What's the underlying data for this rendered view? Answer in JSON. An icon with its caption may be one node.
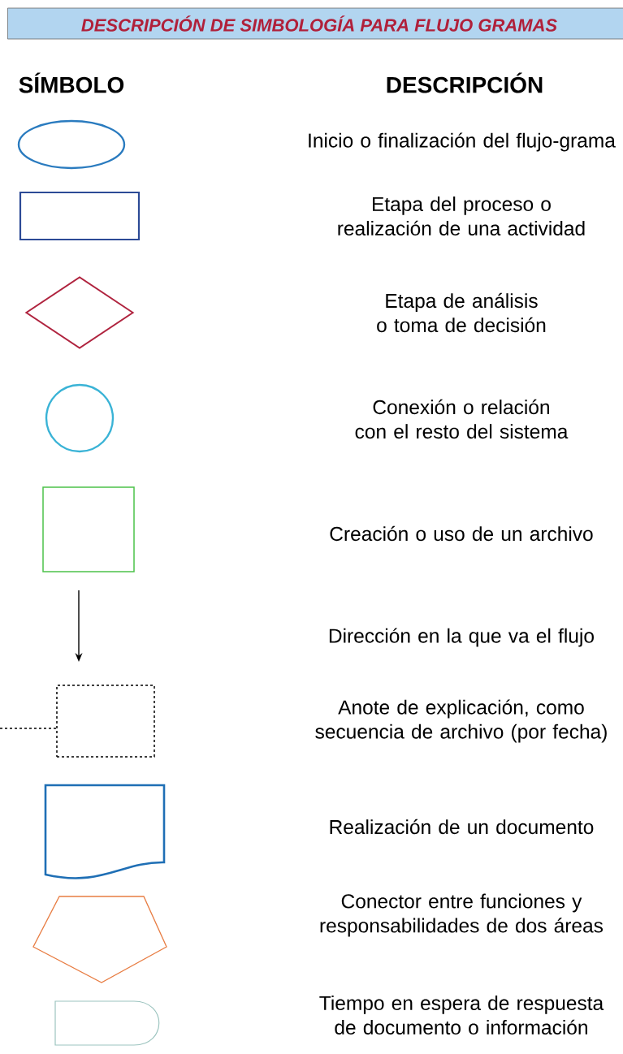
{
  "diagram": {
    "title": "DESCRIPCIÓN DE SIMBOLOGÍA PARA FLUJO GRAMAS",
    "nodes": [
      {
        "text": [],
        "shape": "ellipse"
      },
      {
        "text": [],
        "shape": "rectangle"
      },
      {
        "text": [],
        "shape": "diamond"
      },
      {
        "text": [],
        "shape": "circle"
      },
      {
        "text": [],
        "shape": "square"
      },
      {
        "text": [],
        "shape": "arrow"
      },
      {
        "text": [],
        "shape": "annotation"
      },
      {
        "text": [],
        "shape": "document"
      },
      {
        "text": [],
        "shape": "pentagon"
      },
      {
        "text": [],
        "shape": "delay"
      }
    ],
    "labels": [
      "SÍMBOLO",
      "DESCRIPCIÓN"
    ],
    "legend": [
      {
        "text": "Inicio o finalización del flujo-grama"
      },
      {
        "text": "Etapa del proceso o realización de una actividad"
      },
      {
        "text": "Etapa de análisis o toma de decisión"
      },
      {
        "text": "Conexión o relación con el resto del sistema"
      },
      {
        "text": "Creación o uso de un archivo"
      },
      {
        "text": "Dirección en la que va el flujo"
      },
      {
        "text": "Anote de explicación, como secuencia de archivo (por fecha)"
      },
      {
        "text": "Realización de un documento"
      },
      {
        "text": "Conector entre funciones y responsabilidades de dos áreas"
      },
      {
        "text": "Tiempo en espera de respuesta de documento o información"
      }
    ]
  }
}
